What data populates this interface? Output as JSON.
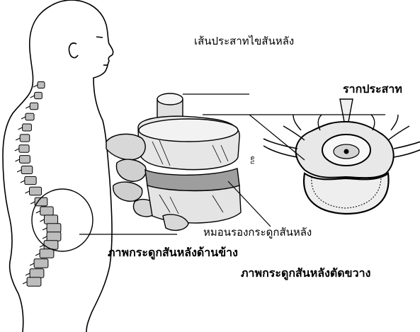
{
  "labels": {
    "spinal_cord": "เส้นประสาทไขสันหลัง",
    "nerve_root": "รากประสาท",
    "disc": "หมอนรองกระดูกสันหลัง",
    "side_view": "ภาพกระดูกสันหลังด้านข้าง",
    "cross_section": "ภาพกระดูกสันหลังตัดขวาง"
  },
  "colors": {
    "line": "#000000",
    "bone_shade": "#bdbdbd",
    "background": "#ffffff"
  }
}
